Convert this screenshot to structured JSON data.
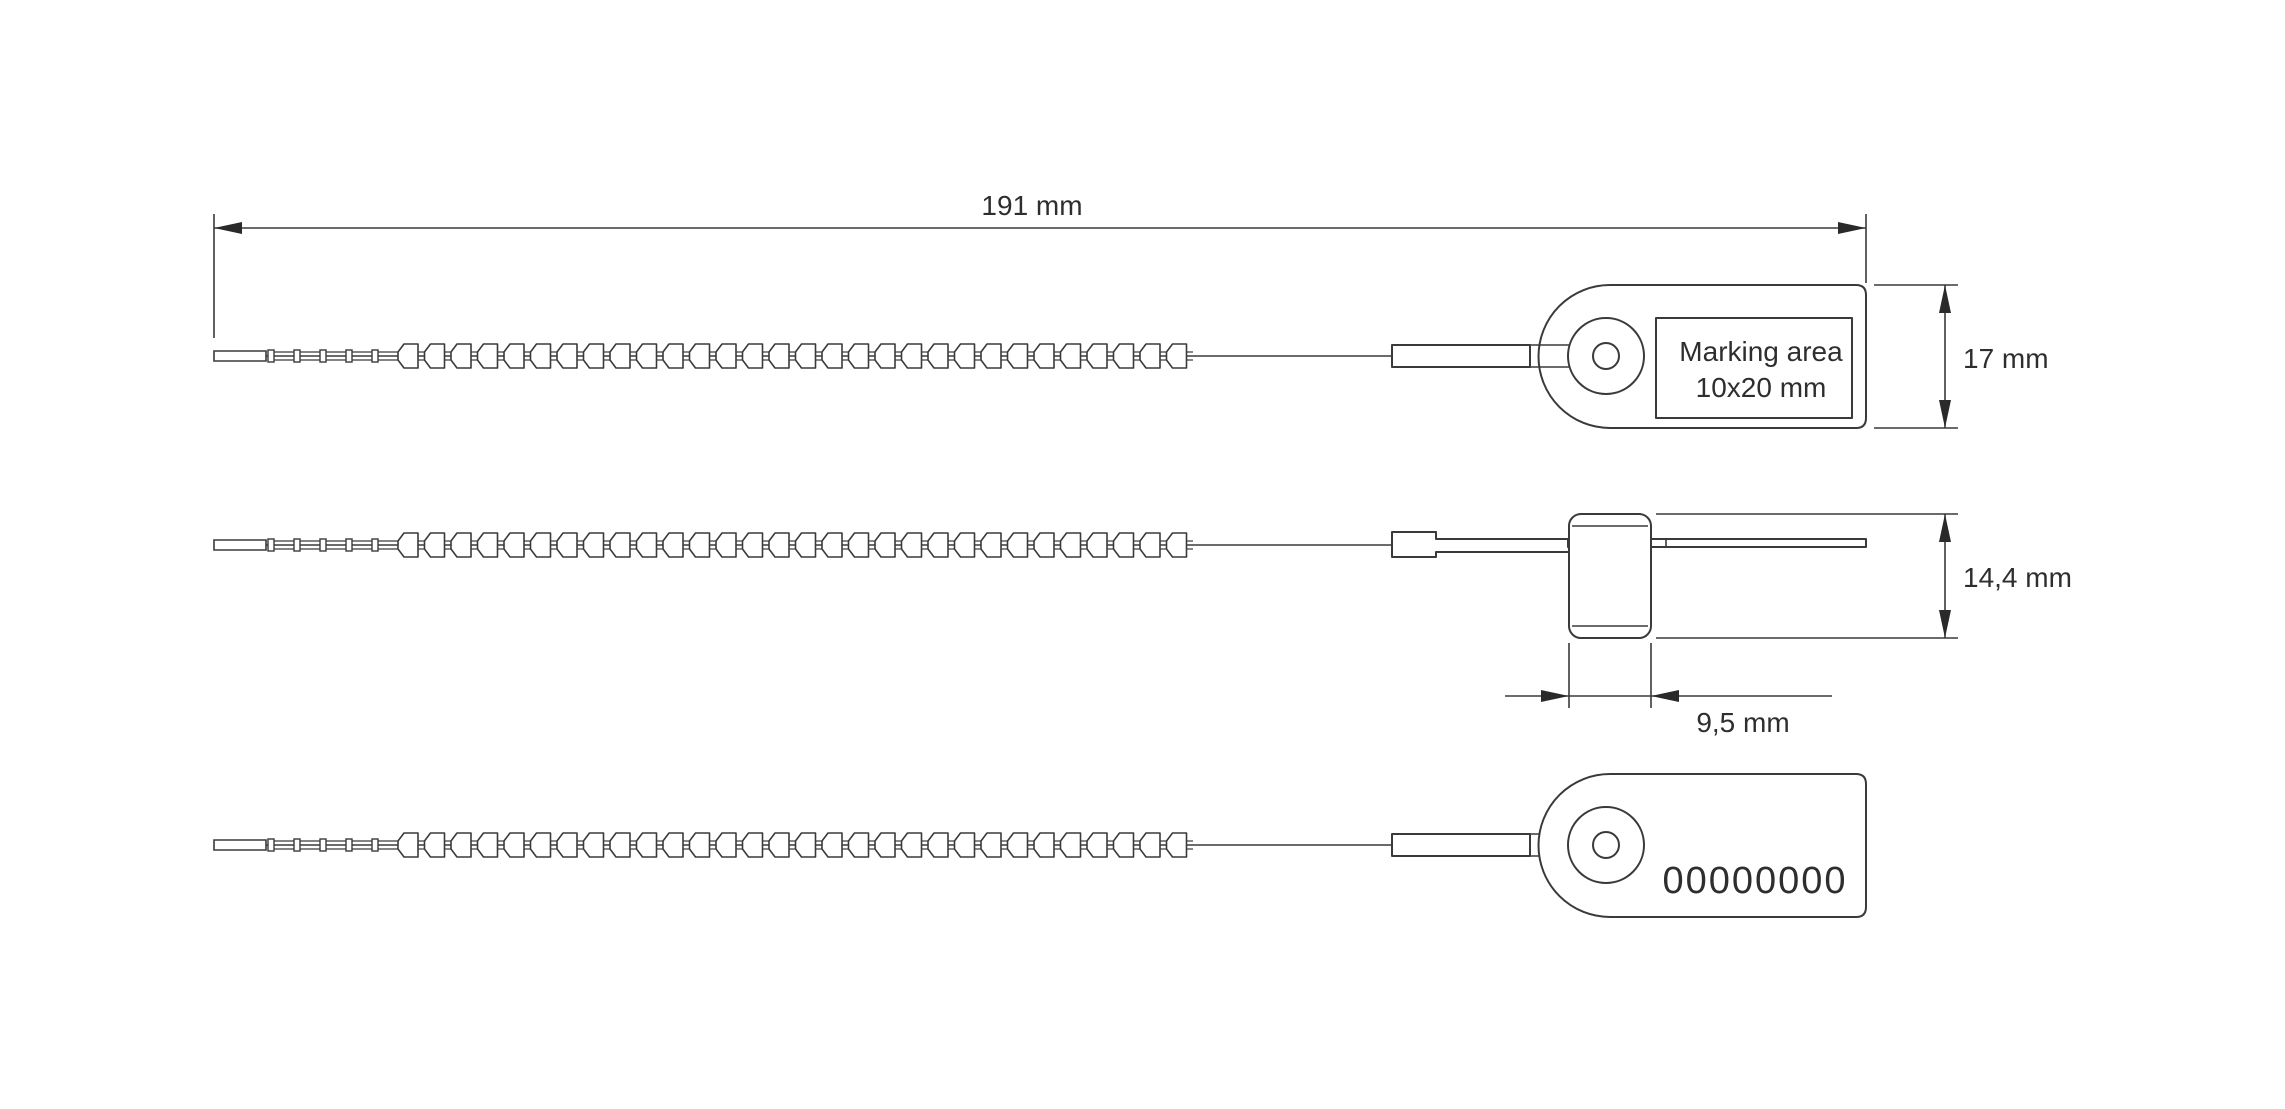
{
  "dimensions": {
    "overall_length": "191 mm",
    "tag_height": "17 mm",
    "lock_height": "14,4 mm",
    "lock_width": "9,5 mm"
  },
  "tag": {
    "marking_area_line1": "Marking area",
    "marking_area_line2": "10x20 mm",
    "serial_number": "00000000"
  }
}
